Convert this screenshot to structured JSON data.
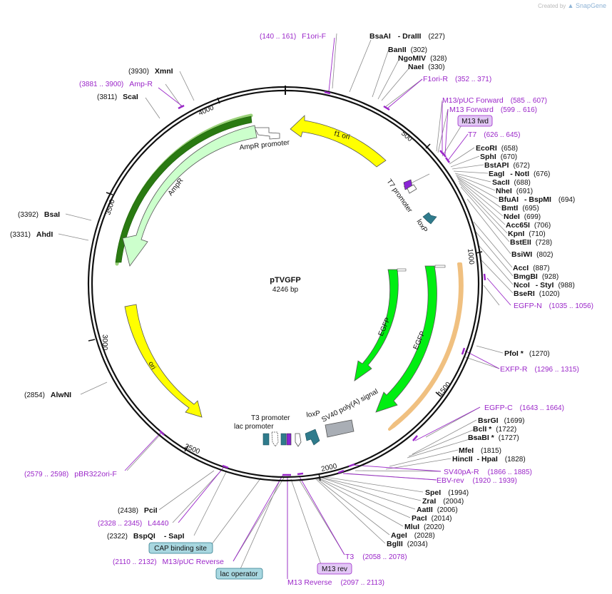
{
  "credit": {
    "prefix": "Created by",
    "brand": "SnapGene"
  },
  "plasmid": {
    "name": "pTVGFP",
    "size_label": "4246 bp"
  },
  "ticks": [
    "500",
    "1000",
    "1500",
    "2000",
    "2500",
    "3000",
    "3500",
    "4000"
  ],
  "colors": {
    "primer": "#9b27c9",
    "line": "#8a8a8a",
    "yellow": "#ffff00",
    "green": "#00ee11",
    "ampr_fill": "#ccffcc",
    "orange": "#e8a040",
    "grey": "#a9aeb5",
    "teal": "#2f7b8c",
    "purple_site": "#8b25d6",
    "box_purple": "#e2c7f5",
    "box_teal": "#a8d7e0"
  },
  "features": [
    {
      "id": "f1ori",
      "label": "f1 ori"
    },
    {
      "id": "amppromoter",
      "label": "AmpR promoter"
    },
    {
      "id": "ampr",
      "label": "AmpR"
    },
    {
      "id": "ori",
      "label": "ori"
    },
    {
      "id": "t7promoter",
      "label": "T7 promoter"
    },
    {
      "id": "loxp1",
      "label": "loxP"
    },
    {
      "id": "egfp1",
      "label": "EGFP"
    },
    {
      "id": "egfp2",
      "label": "EGFP"
    },
    {
      "id": "sv40pa",
      "label": "SV40 poly(A) signal"
    },
    {
      "id": "loxp2",
      "label": "loxP"
    },
    {
      "id": "t3promoter",
      "label": "T3 promoter"
    },
    {
      "id": "lacpromoter",
      "label": "lac promoter"
    }
  ],
  "enzymes": [
    {
      "id": "bsaai",
      "pos": "(227)",
      "name": "BsaAI",
      "dash": "- DraIII"
    },
    {
      "id": "banii",
      "pos": "(302)",
      "name": "BanII"
    },
    {
      "id": "ngomiv",
      "pos": "(328)",
      "name": "NgoMIV"
    },
    {
      "id": "naei",
      "pos": "(330)",
      "name": "NaeI"
    },
    {
      "id": "ecori",
      "pos": "(658)",
      "name": "EcoRI"
    },
    {
      "id": "sphi",
      "pos": "(670)",
      "name": "SphI"
    },
    {
      "id": "bstapi",
      "pos": "(672)",
      "name": "BstAPI"
    },
    {
      "id": "eagi",
      "pos": "(676)",
      "name": "EagI",
      "dash": "- NotI"
    },
    {
      "id": "sacii",
      "pos": "(688)",
      "name": "SacII"
    },
    {
      "id": "nhei",
      "pos": "(691)",
      "name": "NheI"
    },
    {
      "id": "bfuai",
      "pos": "(694)",
      "name": "BfuAI",
      "dash": "- BspMI"
    },
    {
      "id": "bmti",
      "pos": "(695)",
      "name": "BmtI"
    },
    {
      "id": "ndei",
      "pos": "(699)",
      "name": "NdeI"
    },
    {
      "id": "acc65i",
      "pos": "(706)",
      "name": "Acc65I"
    },
    {
      "id": "kpni",
      "pos": "(710)",
      "name": "KpnI"
    },
    {
      "id": "bsteii",
      "pos": "(728)",
      "name": "BstEII"
    },
    {
      "id": "bsiwi",
      "pos": "(802)",
      "name": "BsiWI"
    },
    {
      "id": "acci",
      "pos": "(887)",
      "name": "AccI"
    },
    {
      "id": "bmgbi",
      "pos": "(928)",
      "name": "BmgBI"
    },
    {
      "id": "ncoi",
      "pos": "(988)",
      "name": "NcoI",
      "dash": "- StyI"
    },
    {
      "id": "bseri",
      "pos": "(1020)",
      "name": "BseRI"
    },
    {
      "id": "pfoi",
      "pos": "(1270)",
      "name": "PfoI *"
    },
    {
      "id": "bsrgi",
      "pos": "(1699)",
      "name": "BsrGI"
    },
    {
      "id": "bcli",
      "pos": "(1722)",
      "name": "BclI *"
    },
    {
      "id": "bsabi",
      "pos": "(1727)",
      "name": "BsaBI *"
    },
    {
      "id": "mfei",
      "pos": "(1815)",
      "name": "MfeI"
    },
    {
      "id": "hincii",
      "pos": "(1828)",
      "name": "HincII",
      "dash": "- HpaI"
    },
    {
      "id": "spei",
      "pos": "(1994)",
      "name": "SpeI"
    },
    {
      "id": "zrai",
      "pos": "(2004)",
      "name": "ZraI"
    },
    {
      "id": "aatii",
      "pos": "(2006)",
      "name": "AatII"
    },
    {
      "id": "paci",
      "pos": "(2014)",
      "name": "PacI"
    },
    {
      "id": "mlui",
      "pos": "(2020)",
      "name": "MluI"
    },
    {
      "id": "agei",
      "pos": "(2028)",
      "name": "AgeI"
    },
    {
      "id": "bglii",
      "pos": "(2034)",
      "name": "BglII"
    },
    {
      "id": "bspqi",
      "pos": "(2322)",
      "name": "BspQI",
      "dash": "- SapI"
    },
    {
      "id": "pcii",
      "pos": "(2438)",
      "name": "PciI"
    },
    {
      "id": "alwni",
      "pos": "(2854)",
      "name": "AlwNI"
    },
    {
      "id": "ahdi",
      "pos": "(3331)",
      "name": "AhdI"
    },
    {
      "id": "bsai",
      "pos": "(3392)",
      "name": "BsaI"
    },
    {
      "id": "scai",
      "pos": "(3811)",
      "name": "ScaI"
    },
    {
      "id": "xmni",
      "pos": "(3930)",
      "name": "XmnI"
    }
  ],
  "primers": [
    {
      "id": "f1orif",
      "range": "(140 .. 161)",
      "name": "F1ori-F"
    },
    {
      "id": "f1orir",
      "name": "F1ori-R",
      "range": "(352 .. 371)"
    },
    {
      "id": "m13pucf",
      "name": "M13/pUC Forward",
      "range": "(585 .. 607)"
    },
    {
      "id": "m13f",
      "name": "M13 Forward",
      "range": "(599 .. 616)"
    },
    {
      "id": "t7",
      "name": "T7",
      "range": "(626 .. 645)"
    },
    {
      "id": "egfpn",
      "name": "EGFP-N",
      "range": "(1035 .. 1056)"
    },
    {
      "id": "exfpr",
      "name": "EXFP-R",
      "range": "(1296 .. 1315)"
    },
    {
      "id": "egfpc",
      "name": "EGFP-C",
      "range": "(1643 .. 1664)"
    },
    {
      "id": "sv40par",
      "name": "SV40pA-R",
      "range": "(1866 .. 1885)"
    },
    {
      "id": "ebvrev",
      "name": "EBV-rev",
      "range": "(1920 .. 1939)"
    },
    {
      "id": "t3",
      "name": "T3",
      "range": "(2058 .. 2078)"
    },
    {
      "id": "m13rev",
      "name": "M13 Reverse",
      "range": "(2097 .. 2113)"
    },
    {
      "id": "m13pucrev",
      "range": "(2110 .. 2132)",
      "name": "M13/pUC Reverse"
    },
    {
      "id": "l4440",
      "range": "(2328 .. 2345)",
      "name": "L4440"
    },
    {
      "id": "pbr322",
      "range": "(2579 .. 2598)",
      "name": "pBR322ori-F"
    },
    {
      "id": "ampr",
      "range": "(3881 .. 3900)",
      "name": "Amp-R"
    }
  ],
  "boxes": [
    {
      "id": "m13fwd",
      "label": "M13 fwd"
    },
    {
      "id": "capsite",
      "label": "CAP binding site"
    },
    {
      "id": "lacop",
      "label": "lac operator"
    },
    {
      "id": "m13revbox",
      "label": "M13 rev"
    }
  ]
}
